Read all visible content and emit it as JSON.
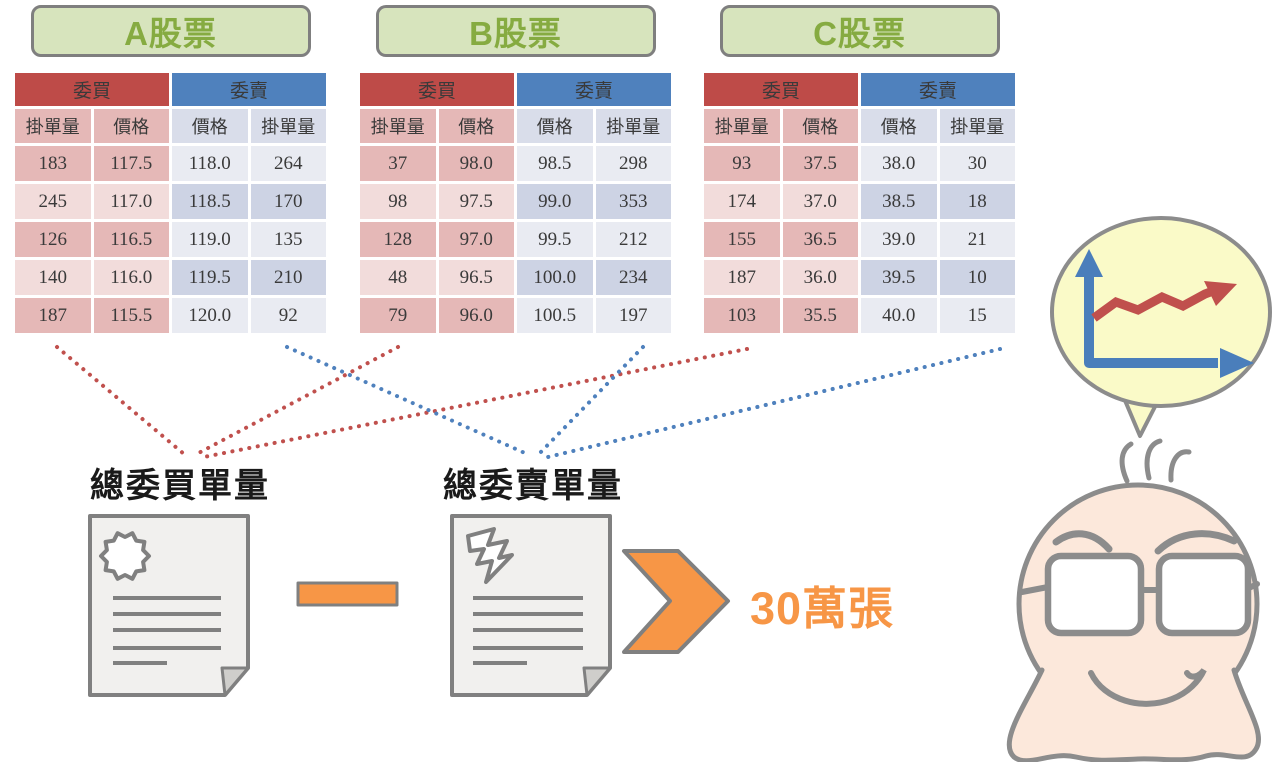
{
  "colors": {
    "buy_header": "#BE4B48",
    "sell_header": "#4F81BD",
    "buy_band_dark": "#E5B8B7",
    "buy_band_light": "#F2DCDB",
    "sell_band_light": "#E9EBF2",
    "sell_band_dark": "#CDD3E4",
    "sell_subheader": "#D9DDEA",
    "title_fill": "#D7E4BD",
    "title_text": "#86AB41",
    "orange": "#F79646",
    "gray_line": "#808080",
    "red_dot": "#C0504D",
    "blue_dot": "#4F81BD",
    "bubble_fill": "#FAFAC8",
    "skin": "#FCE8DB",
    "char_outline": "#8C8C8C",
    "label_text": "#1A1A1A"
  },
  "headers": {
    "buy": "委買",
    "sell": "委賣",
    "cols": [
      "掛單量",
      "價格",
      "價格",
      "掛單量"
    ]
  },
  "stocks": [
    {
      "title": "A股票",
      "rows": [
        [
          "183",
          "117.5",
          "118.0",
          "264"
        ],
        [
          "245",
          "117.0",
          "118.5",
          "170"
        ],
        [
          "126",
          "116.5",
          "119.0",
          "135"
        ],
        [
          "140",
          "116.0",
          "119.5",
          "210"
        ],
        [
          "187",
          "115.5",
          "120.0",
          "92"
        ]
      ]
    },
    {
      "title": "B股票",
      "rows": [
        [
          "37",
          "98.0",
          "98.5",
          "298"
        ],
        [
          "98",
          "97.5",
          "99.0",
          "353"
        ],
        [
          "128",
          "97.0",
          "99.5",
          "212"
        ],
        [
          "48",
          "96.5",
          "100.0",
          "234"
        ],
        [
          "79",
          "96.0",
          "100.5",
          "197"
        ]
      ]
    },
    {
      "title": "C股票",
      "rows": [
        [
          "93",
          "37.5",
          "38.0",
          "30"
        ],
        [
          "174",
          "37.0",
          "38.5",
          "18"
        ],
        [
          "155",
          "36.5",
          "39.0",
          "21"
        ],
        [
          "187",
          "36.0",
          "39.5",
          "10"
        ],
        [
          "103",
          "35.5",
          "40.0",
          "15"
        ]
      ]
    }
  ],
  "annotations": {
    "total_buy_label": "總委買單量",
    "total_sell_label": "總委賣單量",
    "result_label": "30萬張"
  },
  "icons": {
    "buy_document": "certificate-document-icon",
    "sell_document": "lightning-document-icon",
    "minus_operator": "minus-sign-icon",
    "arrow_operator": "chevron-right-arrow-icon",
    "bubble_chart": "uptrend-chart-icon",
    "mascot": "smirking-glasses-character"
  }
}
